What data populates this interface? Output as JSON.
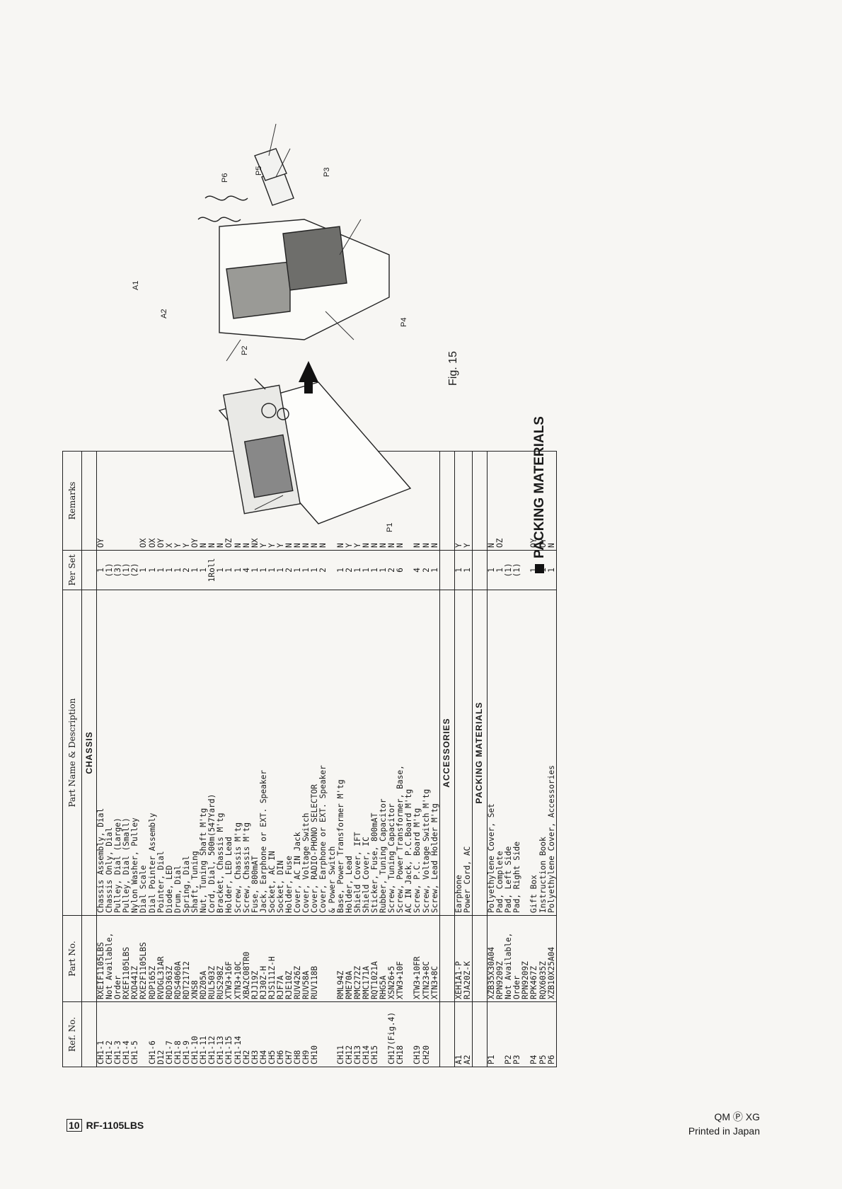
{
  "page": {
    "number": "10",
    "model": "RF-1105LBS",
    "footer_line1": "QM Ⓟ XG",
    "footer_line2": "Printed in Japan"
  },
  "headers": {
    "ref": "Ref. No.",
    "part": "Part No.",
    "desc": "Part Name & Description",
    "perset": "Per Set",
    "remarks": "Remarks"
  },
  "sections": {
    "chassis": "CHASSIS",
    "accessories": "ACCESSORIES",
    "packing": "PACKING MATERIALS"
  },
  "chassis_rows": [
    [
      "CH1-1",
      "RXEIF1105LBS",
      "Chassis Assembly, Dial",
      "1",
      "OY"
    ],
    [
      "CH1-2",
      "Not Available,",
      "Chassis Only, Dial",
      "(1)",
      ""
    ],
    [
      "CH1-3",
      "Order",
      "Pulley, Dial (Large)",
      "(3)",
      ""
    ],
    [
      "CH1-4",
      "RXEF1105LBS",
      "Pulley, Dial (Small)",
      "(1)",
      ""
    ],
    [
      "CH1-5",
      "RXD441Z",
      "Nylon Washer, Pulley",
      "(2)",
      ""
    ],
    [
      "",
      "RXE2F1105LBS",
      "Dial Scale",
      "1",
      "OX"
    ],
    [
      "CH1-6",
      "RDP165Z",
      "Dial Pointer Assembly",
      "1",
      "OX"
    ],
    [
      "D12",
      "RVDGL31AR",
      "Pointer, Dial",
      "1",
      "OY"
    ],
    [
      "CH1-7",
      "RDD363Z",
      "Diode, LED",
      "1",
      "X"
    ],
    [
      "CH1-8",
      "RDS4060A",
      "Drum, Dial",
      "1",
      "Y"
    ],
    [
      "CH1-9",
      "RDT21712",
      "Spring, Dial",
      "2",
      "Y"
    ],
    [
      "CH1-10",
      "XNS8",
      "Shaft, Tuning",
      "1",
      "OY"
    ],
    [
      "CH1-11",
      "RDZ05A",
      "Nut, Tuning Shaft M'tg",
      "1",
      "N"
    ],
    [
      "CH1-12",
      "RUL503Z",
      "Cord, Dial, 500m(547Yard)",
      "1Roll",
      "N"
    ],
    [
      "CH1-13",
      "RUS298Z",
      "Bracket, Chassis M'tg",
      "1",
      "N"
    ],
    [
      "CH1-15",
      "XTW3+16F",
      "Holder, LED Lead",
      "1",
      "OZ"
    ],
    [
      "CH1-14",
      "XTN3+10C",
      "Screw, Chassis M'tg",
      "1",
      "N"
    ],
    [
      "CH2",
      "XBA2C08TR0",
      "Screw, Chassis M'tg",
      "4",
      "N"
    ],
    [
      "CH3",
      "RJJ19Z",
      "Fuse, 800mAT",
      "1",
      "NX"
    ],
    [
      "CH4",
      "RJ30Z-H",
      "Jack, Earphone or EXT. Speaker",
      "1",
      "Y"
    ],
    [
      "CH5",
      "RJS111Z-H",
      "Socket, AC IN",
      "1",
      "Y"
    ],
    [
      "CH6",
      "RJF7A",
      "Socket, DIN",
      "1",
      "Y"
    ],
    [
      "CH7",
      "RJE10Z",
      "Holder, Fuse",
      "2",
      "N"
    ],
    [
      "CH8",
      "RUV426Z",
      "Cover, AC IN Jack",
      "1",
      "N"
    ],
    [
      "CH9",
      "RUV58A",
      "Cover, Voltage Switch",
      "1",
      "N"
    ],
    [
      "CH10",
      "RUV118B",
      "Cover, RADIO-PHONO SELECTOR",
      "1",
      "N"
    ],
    [
      "",
      "",
      "Cover, Earphone or EXT. Speaker",
      "2",
      "N"
    ],
    [
      "",
      "",
      "& Power Switch",
      "",
      ""
    ],
    [
      "CH11",
      "RML94Z",
      "Base, Power Transformer M'tg",
      "1",
      "N"
    ],
    [
      "CH12",
      "RME70A",
      "Holder, Lead",
      "2",
      "Y"
    ],
    [
      "CH13",
      "RMC272Z",
      "Shield Cover, IFT",
      "1",
      "Y"
    ],
    [
      "CH14",
      "RMC171A",
      "Shield Cover, IC",
      "1",
      "N"
    ],
    [
      "CH15",
      "RQT1021A",
      "Sticker, Fuse, 800mAT",
      "1",
      "N"
    ],
    [
      "",
      "RHG5A",
      "Rubber, Tuning Capacitor",
      "1",
      "N"
    ],
    [
      "CH17(Fig.4)",
      "XSN26+5",
      "Screw, Tuning Capacitor",
      "2",
      "N"
    ],
    [
      "CH18",
      "XTW3+10F",
      "Screw, Power Transformer, Base,",
      "6",
      "N"
    ],
    [
      "",
      "",
      "AC IN Jack, P.C.Board M'tg",
      "",
      ""
    ],
    [
      "CH19",
      "XTW3+10FR",
      "Screw, P.C. Board M'tg",
      "4",
      "N"
    ],
    [
      "CH20",
      "XTN23+8C",
      "Screw, Voltage Switch M'tg",
      "2",
      "N"
    ],
    [
      "",
      "XTN3+8C",
      "Screw, Lead Holder M'tg",
      "1",
      "N"
    ]
  ],
  "accessory_rows": [
    [
      "A1",
      "XEH1A1-P",
      "Earphone",
      "1",
      "Y"
    ],
    [
      "A2",
      "RJA20Z-K",
      "Power Cord, AC",
      "1",
      "Y"
    ]
  ],
  "packing_rows": [
    [
      "P1",
      "XZB35X30A04",
      "Polyethylene Cover, Set",
      "1",
      "N"
    ],
    [
      "",
      "RPN9209Z",
      "Pad, Complete",
      "1",
      "OZ"
    ],
    [
      "P2",
      "Not Available,",
      "Pad, Left Side",
      "(1)",
      ""
    ],
    [
      "P3",
      "Order",
      "Pad, Right Side",
      "(1)",
      ""
    ],
    [
      "",
      "RPN9209Z",
      "",
      "",
      ""
    ],
    [
      "P4",
      "RPK467Z",
      "Gift Box",
      "1",
      "OY"
    ],
    [
      "P5",
      "RQX6035Z",
      "Instruction Book",
      "1",
      "OY"
    ],
    [
      "P6",
      "XZB10X25A04",
      "Polyethylene Cover, Accessories",
      "1",
      "N"
    ]
  ],
  "figure": {
    "title": "PACKING MATERIALS",
    "caption": "Fig. 15",
    "labels": [
      "P1",
      "P2",
      "P3",
      "P4",
      "P5",
      "P6",
      "A1",
      "A2"
    ]
  }
}
